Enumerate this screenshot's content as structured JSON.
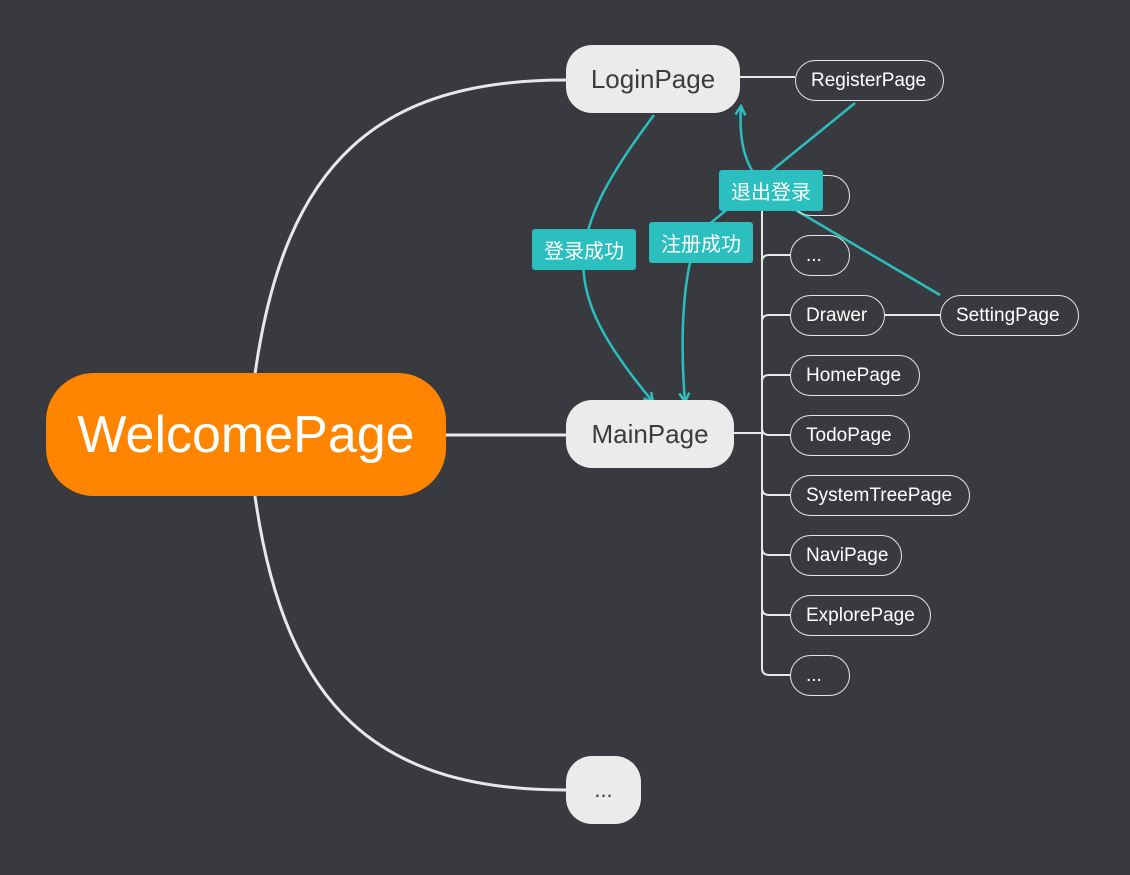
{
  "diagram": {
    "root": "WelcomePage",
    "login_page": "LoginPage",
    "main_page": "MainPage",
    "root_more": "...",
    "register_page": "RegisterPage",
    "main_children": {
      "blank_item": "",
      "more_top": "...",
      "drawer": "Drawer",
      "home_page": "HomePage",
      "todo_page": "TodoPage",
      "system_tree_page": "SystemTreePage",
      "navi_page": "NaviPage",
      "explore_page": "ExplorePage",
      "more_bottom": "..."
    },
    "setting_page": "SettingPage",
    "relations": {
      "login_success": "登录成功",
      "register_success": "注册成功",
      "logout": "退出登录"
    }
  },
  "colors": {
    "background": "#383a3f",
    "root_fill": "#ff8500",
    "major_fill": "#ebebec",
    "branch_line": "#e8e8e8",
    "relation": "#2bbfbf"
  }
}
